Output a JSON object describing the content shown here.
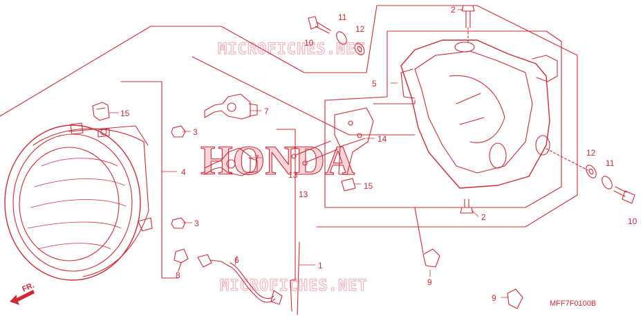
{
  "diagram": {
    "code": "MFF7F0100B",
    "watermark_top": "MICROFICHES.NET",
    "watermark_bottom": "MICROFICHES.NET",
    "brand_watermark": "HONDA",
    "front_label": "FR."
  },
  "callouts": [
    {
      "id": "c2a",
      "label": "2"
    },
    {
      "id": "c11a",
      "label": "11"
    },
    {
      "id": "c12a",
      "label": "12"
    },
    {
      "id": "c10a",
      "label": "10"
    },
    {
      "id": "c5",
      "label": "5"
    },
    {
      "id": "c15a",
      "label": "15"
    },
    {
      "id": "c7a",
      "label": "7"
    },
    {
      "id": "c3a",
      "label": "3"
    },
    {
      "id": "c7b",
      "label": "7"
    },
    {
      "id": "c4",
      "label": "4"
    },
    {
      "id": "c14",
      "label": "14"
    },
    {
      "id": "c13a",
      "label": "13"
    },
    {
      "id": "c13b",
      "label": "13"
    },
    {
      "id": "c15b",
      "label": "15"
    },
    {
      "id": "c12b",
      "label": "12"
    },
    {
      "id": "c11b",
      "label": "11"
    },
    {
      "id": "c2b",
      "label": "2"
    },
    {
      "id": "c10b",
      "label": "10"
    },
    {
      "id": "c3b",
      "label": "3"
    },
    {
      "id": "c6",
      "label": "6"
    },
    {
      "id": "c1",
      "label": "1"
    },
    {
      "id": "c8",
      "label": "8"
    },
    {
      "id": "c9a",
      "label": "9"
    },
    {
      "id": "c9b",
      "label": "9"
    }
  ],
  "colors": {
    "line": "#cc2a36",
    "watermark": "#f2b8bf"
  }
}
